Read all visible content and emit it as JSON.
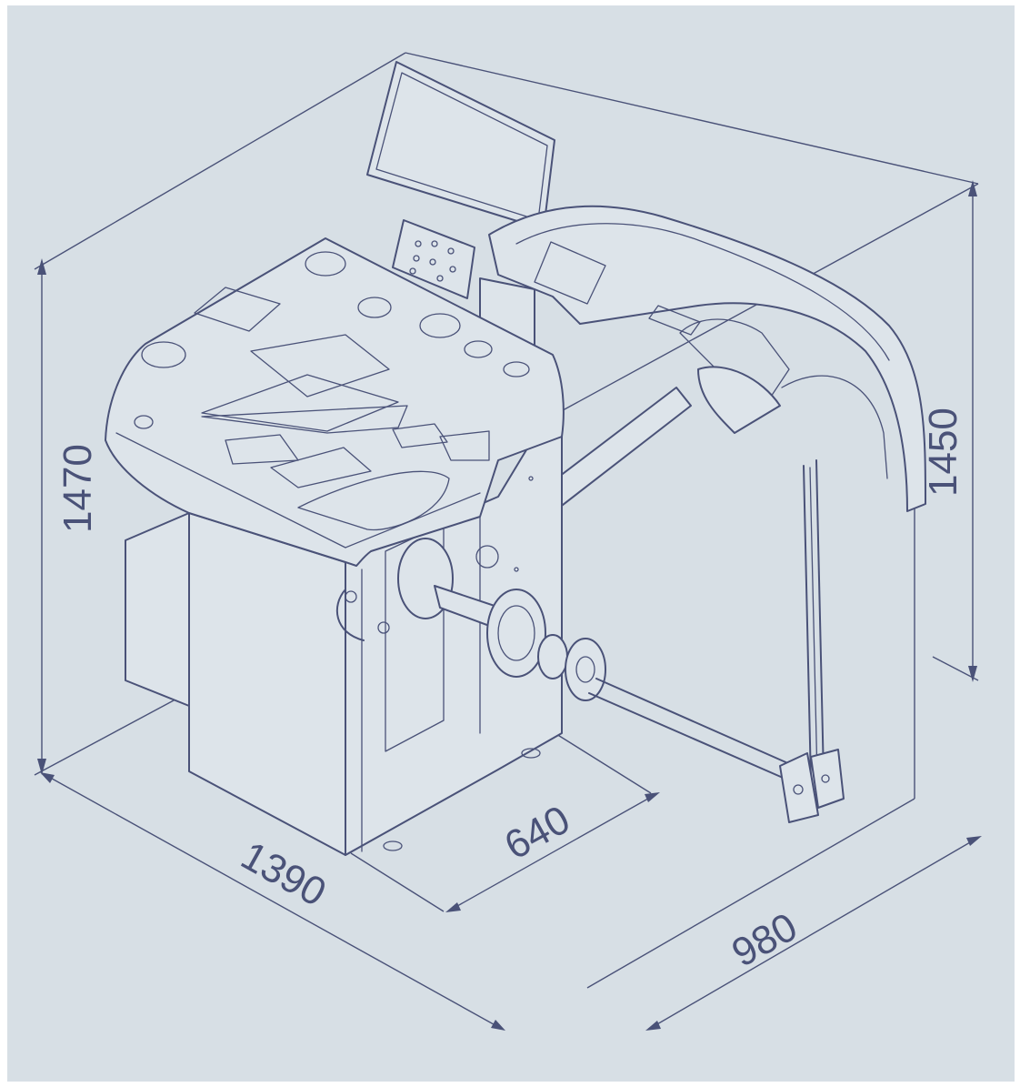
{
  "dimensions": {
    "overall_height": "1470",
    "arm_height": "1450",
    "length": "1390",
    "depth": "640",
    "width": "980"
  },
  "colors": {
    "background": "#d7dfe5",
    "line": "#4a5278"
  }
}
